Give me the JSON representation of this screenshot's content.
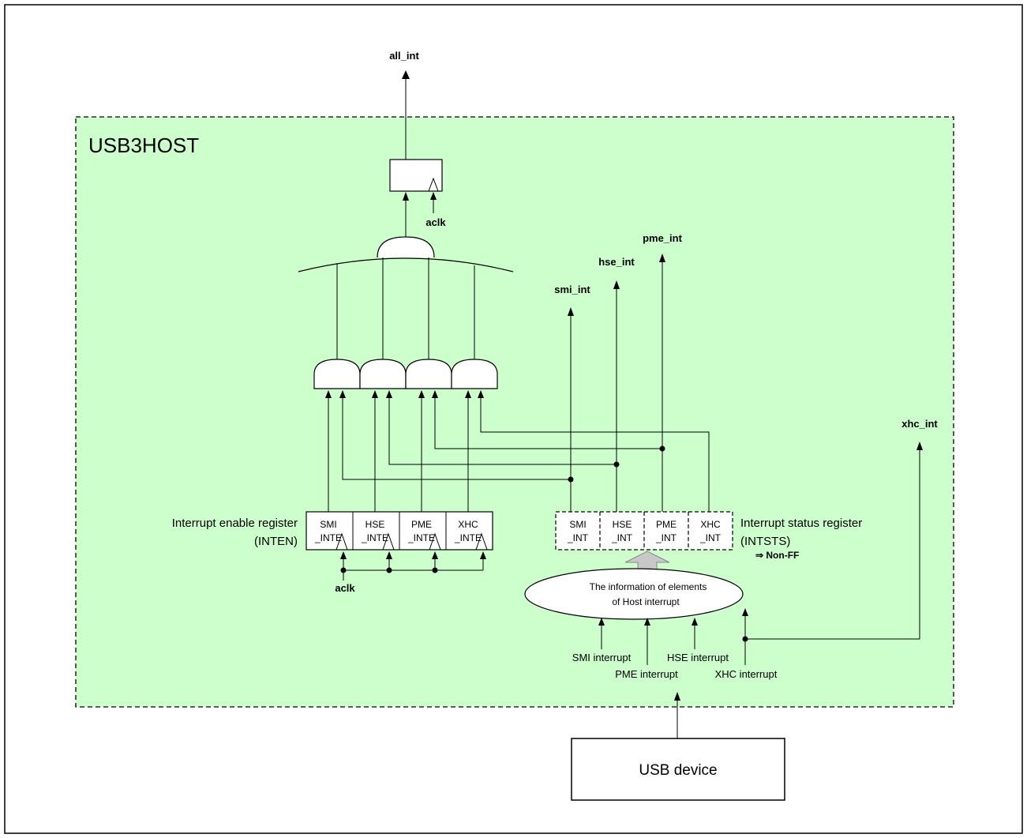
{
  "module_title": "USB3HOST",
  "signals": {
    "all_int": "all_int",
    "aclk_top": "aclk",
    "aclk_bottom": "aclk",
    "smi_int": "smi_int",
    "hse_int": "hse_int",
    "pme_int": "pme_int",
    "xhc_int": "xhc_int"
  },
  "enable_register": {
    "label_line1": "Interrupt enable register",
    "label_line2": "(INTEN)",
    "cells": [
      {
        "line1": "SMI",
        "line2": "_INTE"
      },
      {
        "line1": "HSE",
        "line2": "_INTE"
      },
      {
        "line1": "PME",
        "line2": "_INTE"
      },
      {
        "line1": "XHC",
        "line2": "_INTE"
      }
    ]
  },
  "status_register": {
    "label_line1": "Interrupt status register",
    "label_line2": "(INTSTS)",
    "note": "⇒ Non-FF",
    "cells": [
      {
        "line1": "SMI",
        "line2": "_INT"
      },
      {
        "line1": "HSE",
        "line2": "_INT"
      },
      {
        "line1": "PME",
        "line2": "_INT"
      },
      {
        "line1": "XHC",
        "line2": "_INT"
      }
    ]
  },
  "info_ellipse": {
    "line1": "The information of elements",
    "line2": "of Host interrupt"
  },
  "interrupt_sources": {
    "smi": "SMI interrupt",
    "pme": "PME interrupt",
    "hse": "HSE interrupt",
    "xhc": "XHC interrupt"
  },
  "usb_device": "USB device",
  "colors": {
    "module_fill": "#ccffcc",
    "arrow_fill": "#c8c8c8"
  }
}
